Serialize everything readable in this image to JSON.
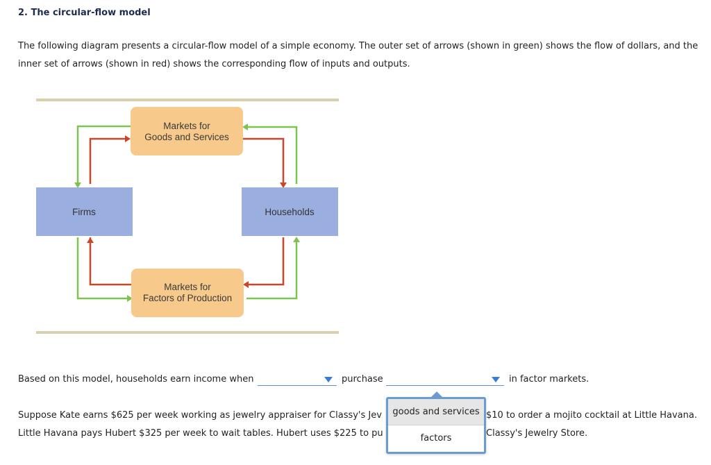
{
  "heading": "2. The circular-flow model",
  "intro": "The following diagram presents a circular-flow model of a simple economy. The outer set of arrows (shown in green) shows the flow of dollars, and the inner set of arrows (shown in red) shows the corresponding flow of inputs and outputs.",
  "diagram": {
    "goods_market_line1": "Markets for",
    "goods_market_line2": "Goods and Services",
    "factor_market_line1": "Markets for",
    "factor_market_line2": "Factors of Production",
    "firms": "Firms",
    "households": "Households",
    "colors": {
      "dollars": "#7cc44f",
      "inputs_outputs": "#c9462a",
      "market_box": "#f7c98a",
      "agent_box": "#9aaee0",
      "rule": "#d9cfac"
    }
  },
  "question": {
    "prefix": "Based on this model, households earn income when",
    "middle": "purchase",
    "suffix": "in factor markets.",
    "dropdown1_value": "",
    "dropdown2_value": ""
  },
  "para2": {
    "line1_left": "Suppose Kate earns $625 per week working as jewelry appraiser for Classy's Jev",
    "line1_right": "$10 to order a mojito cocktail at Little Havana.",
    "line2_left": "Little Havana pays Hubert $325 per week to wait tables. Hubert uses $225 to pu",
    "line2_right": "Classy's Jewelry Store."
  },
  "popup": {
    "options": [
      "goods and services",
      "factors"
    ]
  }
}
